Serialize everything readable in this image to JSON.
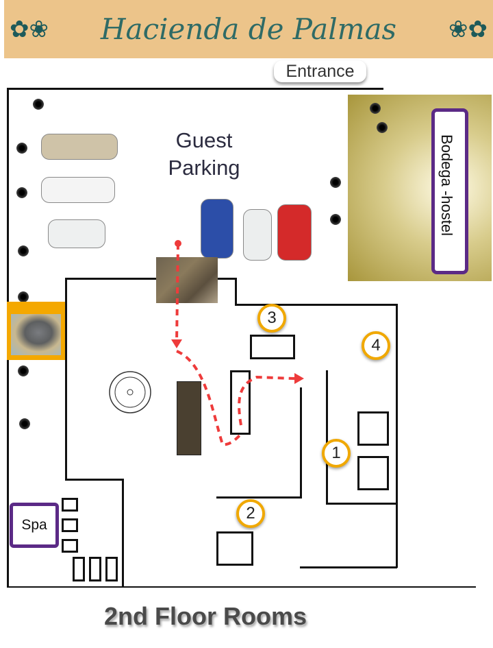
{
  "header": {
    "title": "Hacienda de Palmas",
    "ornament_icon": "floral-ornament"
  },
  "labels": {
    "entrance": "Entrance",
    "guest_parking_line1": "Guest",
    "guest_parking_line2": "Parking",
    "bodega": "Bodega -hostel",
    "spa": "Spa",
    "footer": "2nd Floor Rooms"
  },
  "room_markers": [
    "1",
    "2",
    "3",
    "4"
  ],
  "colors": {
    "header_bg": "#ecc48a",
    "title": "#2f6b66",
    "marker_ring": "#f0a800",
    "label_border": "#5b2a86",
    "route": "#ee3b3b"
  }
}
